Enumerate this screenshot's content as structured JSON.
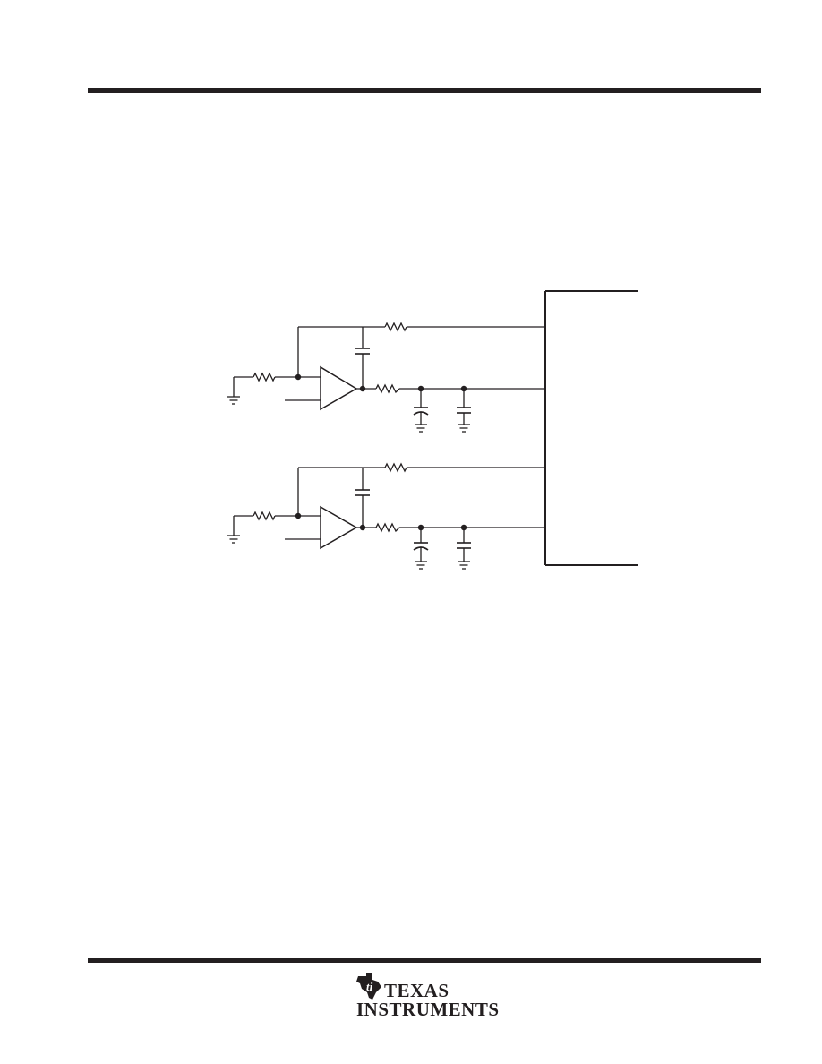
{
  "header": {
    "rule": "top-rule"
  },
  "footer": {
    "logo": {
      "icon": "ti-state-logo-icon",
      "line1": "Texas",
      "line2": "Instruments"
    }
  },
  "schematic": {
    "description_icon": "circuit-schematic",
    "stages": [
      {
        "name": "stage-1"
      },
      {
        "name": "stage-2"
      }
    ],
    "colors": {
      "ink": "#231f20",
      "background": "#ffffff"
    }
  }
}
